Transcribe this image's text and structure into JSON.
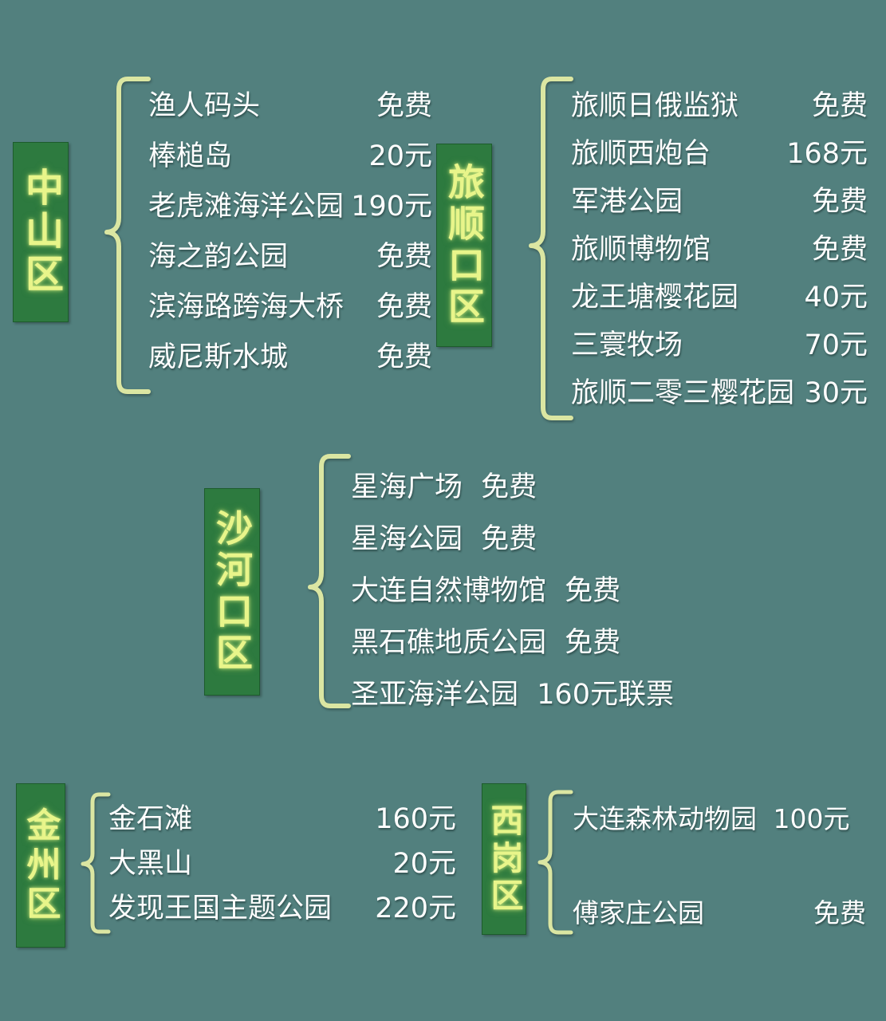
{
  "palette": {
    "background": "#52807e",
    "plate_fill": "#2d7a3f",
    "plate_text": "#e8f58a",
    "brace": "#dbe6a2",
    "item_text": "#ffffff"
  },
  "districts": [
    {
      "id": "zhongshan",
      "label": "中山区",
      "items": [
        {
          "name": "渔人码头",
          "price": "免费"
        },
        {
          "name": "棒槌岛",
          "price": "20元"
        },
        {
          "name": "老虎滩海洋公园",
          "price": "190元"
        },
        {
          "name": "海之韵公园",
          "price": "免费"
        },
        {
          "name": "滨海路跨海大桥",
          "price": "免费"
        },
        {
          "name": "威尼斯水城",
          "price": "免费"
        }
      ]
    },
    {
      "id": "lvshun",
      "label": "旅顺口区",
      "items": [
        {
          "name": "旅顺日俄监狱",
          "price": "免费"
        },
        {
          "name": "旅顺西炮台",
          "price": "168元"
        },
        {
          "name": "军港公园",
          "price": "免费"
        },
        {
          "name": "旅顺博物馆",
          "price": "免费"
        },
        {
          "name": "龙王塘樱花园",
          "price": "40元"
        },
        {
          "name": "三寰牧场",
          "price": "70元"
        },
        {
          "name": "旅顺二零三樱花园",
          "price": "30元"
        }
      ]
    },
    {
      "id": "shahekou",
      "label": "沙河口区",
      "items": [
        {
          "name": "星海广场",
          "price": "免费"
        },
        {
          "name": "星海公园",
          "price": "免费"
        },
        {
          "name": "大连自然博物馆",
          "price": "免费"
        },
        {
          "name": "黑石礁地质公园",
          "price": "免费"
        },
        {
          "name": "圣亚海洋公园",
          "price": "160元联票"
        }
      ]
    },
    {
      "id": "jinzhou",
      "label": "金州区",
      "items": [
        {
          "name": "金石滩",
          "price": "160元"
        },
        {
          "name": "大黑山",
          "price": "20元"
        },
        {
          "name": "发现王国主题公园",
          "price": "220元"
        }
      ]
    },
    {
      "id": "xigang",
      "label": "西岗区",
      "items": [
        {
          "name": "大连森林动物园",
          "price": "100元"
        },
        {
          "name": "傅家庄公园",
          "price": "免费"
        }
      ]
    }
  ]
}
